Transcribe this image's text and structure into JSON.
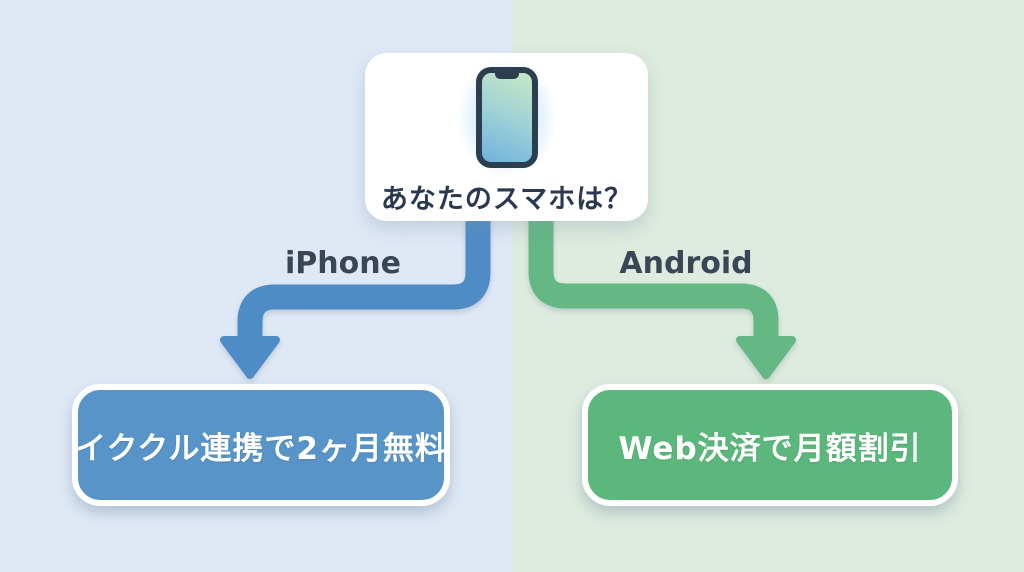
{
  "diagram": {
    "type": "decision-flowchart",
    "root": {
      "question": "あなたのスマホは？",
      "icon": "smartphone-icon"
    },
    "branches": [
      {
        "label": "iPhone",
        "result": "イククル連携で2ヶ月無料",
        "arrow_color": "#4f8cc5",
        "box_color": "#5894c8"
      },
      {
        "label": "Android",
        "result": "Web決済で月額割引",
        "arrow_color": "#64b883",
        "box_color": "#5cb77c"
      }
    ]
  },
  "colors": {
    "background_left": "#dfe9f6",
    "background_right": "#deecdf",
    "card_background": "#ffffff",
    "root_text": "#2a3950",
    "label_text": "#3a4655",
    "result_text": "#ffffff",
    "phone_frame": "#2d3e50"
  }
}
